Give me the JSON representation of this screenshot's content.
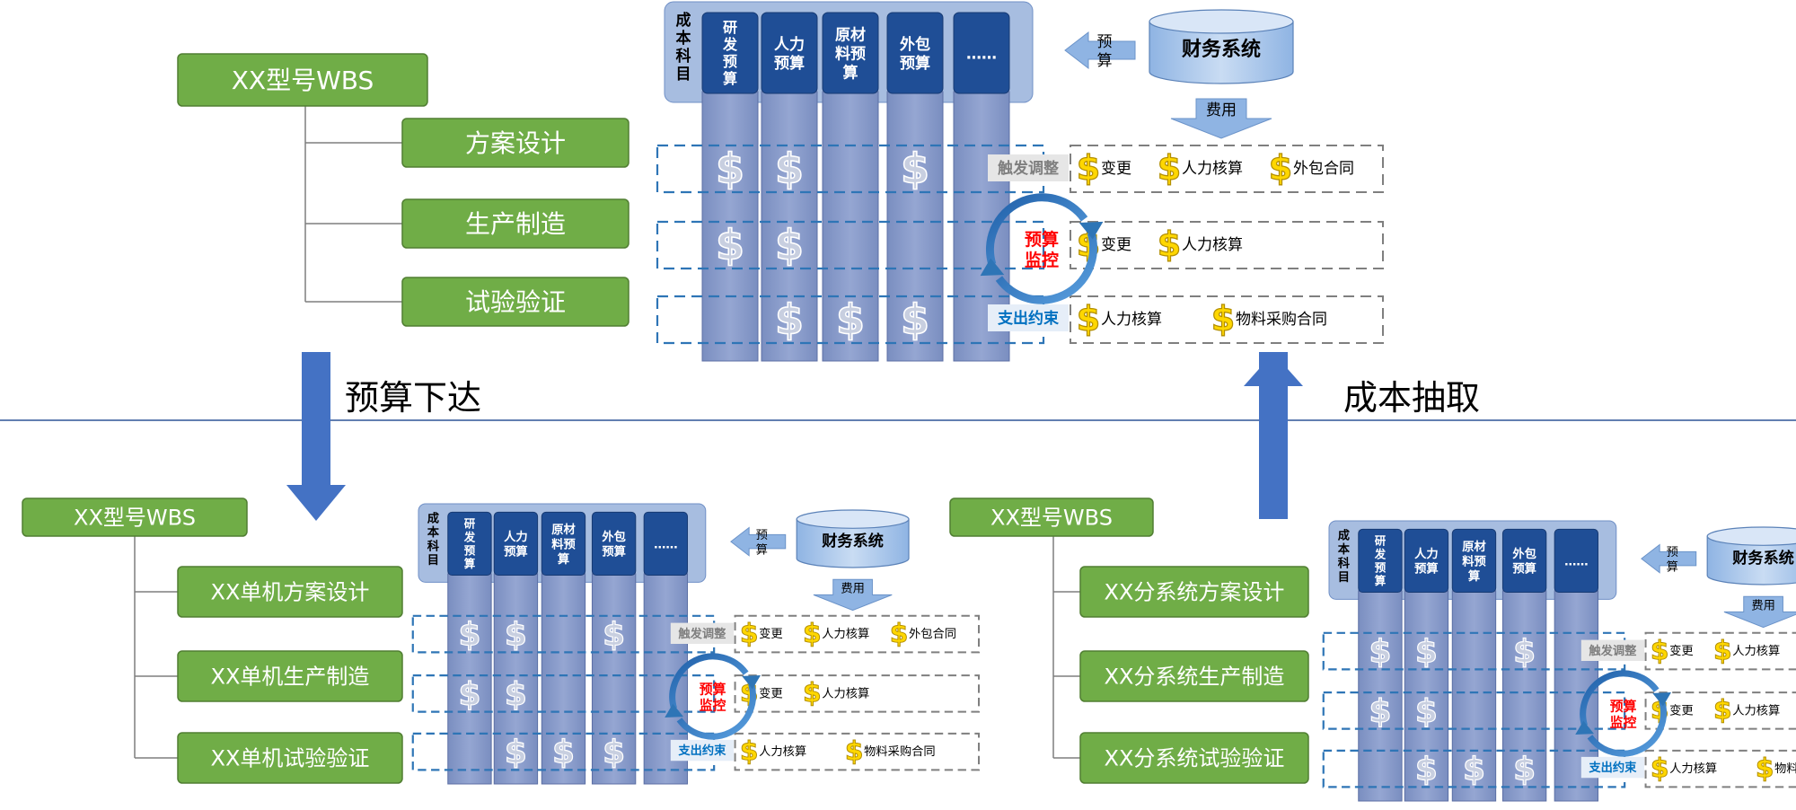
{
  "top": {
    "wbs_root": "XX型号WBS",
    "wbs_children": [
      "方案设计",
      "生产制造",
      "试验验证"
    ]
  },
  "bottom_left": {
    "wbs_root": "XX型号WBS",
    "wbs_children": [
      "XX单机方案设计",
      "XX单机生产制造",
      "XX单机试验验证"
    ]
  },
  "bottom_right": {
    "wbs_root": "XX型号WBS",
    "wbs_children": [
      "XX分系统方案设计",
      "XX分系统生产制造",
      "XX分系统试验验证"
    ]
  },
  "flow": {
    "down_label": "预算下达",
    "up_label": "成本抽取"
  },
  "cost_panel": {
    "header_label": "成本科目",
    "columns": [
      "研发预算",
      "人力预算",
      "原材料预算",
      "外包预算",
      "……"
    ],
    "finance_system": "财务系统",
    "budget_label": "预算",
    "expense_label": "费用",
    "trigger_label": "触发调整",
    "monitor_label": "预算监控",
    "constraint_label": "支出约束",
    "rows": [
      {
        "cells": [
          true,
          true,
          false,
          true,
          false
        ],
        "items": [
          "变更",
          "人力核算",
          "外包合同"
        ]
      },
      {
        "cells": [
          true,
          true,
          false,
          false,
          false
        ],
        "items": [
          "变更",
          "人力核算"
        ]
      },
      {
        "cells": [
          false,
          true,
          true,
          true,
          false
        ],
        "items": [
          "人力核算",
          "物料采购合同"
        ]
      }
    ]
  },
  "colors": {
    "wbs_green": "#70ad47",
    "wbs_border": "#507e32",
    "column_blue": "#8497c6",
    "header_blue": "#1f4e96",
    "panel_blue": "#a7bde0",
    "arrow_blue": "#4472c4",
    "monitor_red": "#ff0000",
    "constraint_blue": "#0070c0",
    "dollar_yellow": "#ffd700"
  },
  "icons": {
    "dollar": "dollar-icon",
    "cylinder": "database-icon",
    "loop": "cycle-arrow-icon"
  }
}
